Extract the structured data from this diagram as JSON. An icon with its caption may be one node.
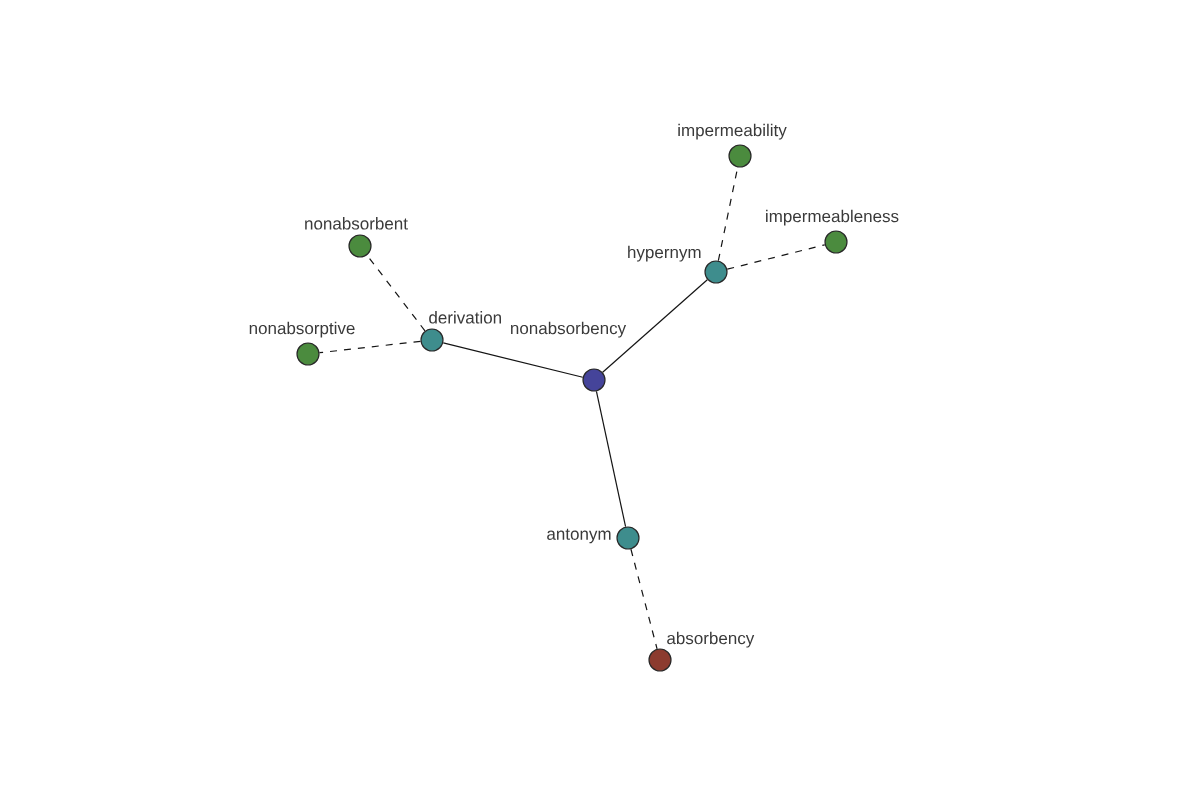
{
  "diagram": {
    "nodes": [
      {
        "text": [
          "impermeability"
        ]
      },
      {
        "text": [
          "nonabsorbent"
        ]
      },
      {
        "text": [
          "impermeableness"
        ]
      },
      {
        "text": [
          "hypernym"
        ]
      },
      {
        "text": [
          "derivation"
        ]
      },
      {
        "text": [
          "nonabsorptive"
        ]
      },
      {
        "text": [
          "nonabsorbency"
        ]
      },
      {
        "text": [
          "antonym"
        ]
      },
      {
        "text": [
          "absorbency"
        ]
      }
    ],
    "edges": [
      {
        "from": 6,
        "to": 3,
        "arrow": "none"
      },
      {
        "from": 6,
        "to": 4,
        "arrow": "none"
      },
      {
        "from": 6,
        "to": 7,
        "arrow": "none"
      },
      {
        "from": 3,
        "to": 0,
        "arrow": "none",
        "style": "dashed"
      },
      {
        "from": 3,
        "to": 2,
        "arrow": "none",
        "style": "dashed"
      },
      {
        "from": 4,
        "to": 1,
        "arrow": "none",
        "style": "dashed"
      },
      {
        "from": 4,
        "to": 5,
        "arrow": "none",
        "style": "dashed"
      },
      {
        "from": 7,
        "to": 8,
        "arrow": "none",
        "style": "dashed"
      }
    ]
  }
}
